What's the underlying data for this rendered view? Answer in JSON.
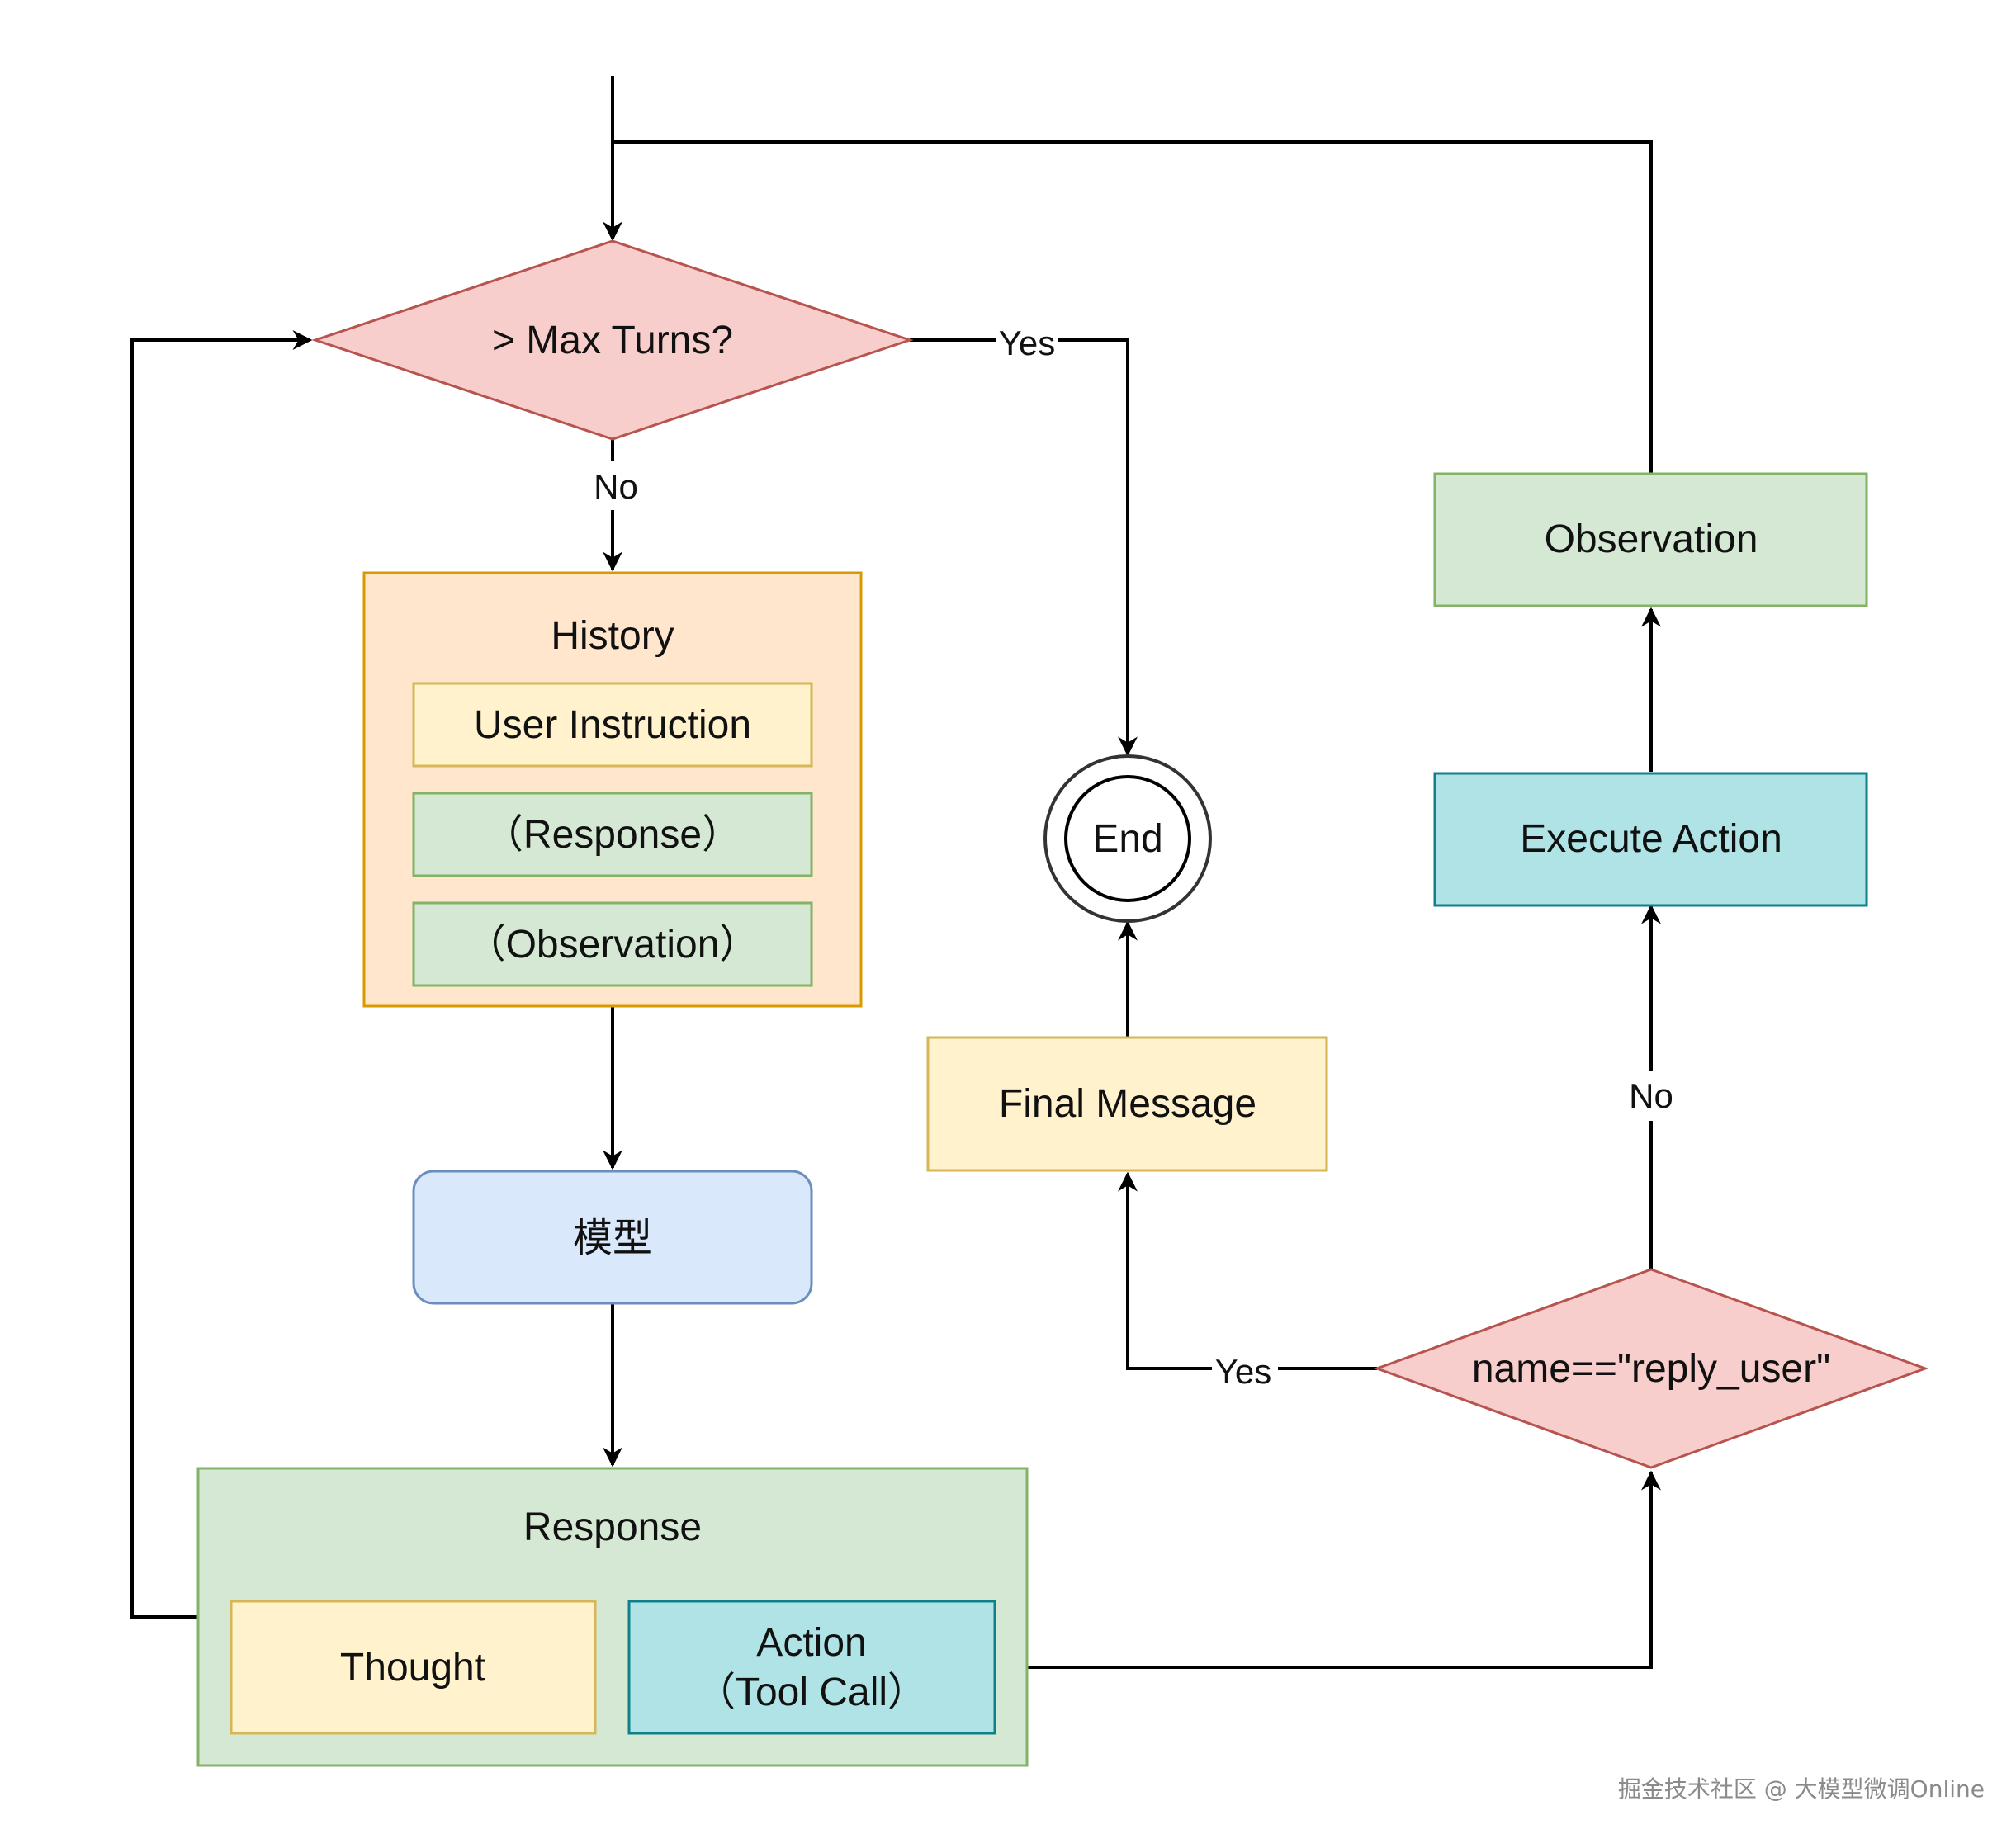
{
  "nodes": {
    "max_turns": "> Max Turns?",
    "history_title": "History",
    "user_instruction": "User Instruction",
    "history_response": "（Response）",
    "history_observation": "（Observation）",
    "model": "模型",
    "response_title": "Response",
    "thought": "Thought",
    "action_line1": "Action",
    "action_line2": "（Tool Call）",
    "reply_user_check": "name==\"reply_user\"",
    "final_message": "Final Message",
    "end": "End",
    "execute_action": "Execute Action",
    "observation": "Observation"
  },
  "edge_labels": {
    "max_turns_no": "No",
    "max_turns_yes": "Yes",
    "reply_user_yes": "Yes",
    "reply_user_no": "No"
  },
  "watermark": "掘金技术社区 @ 大模型微调Online",
  "colors": {
    "decision_fill": "#f8cecc",
    "decision_stroke": "#b85450",
    "history_fill": "#ffe6cc",
    "history_stroke": "#d79b00",
    "yellow_fill": "#fff2cc",
    "yellow_stroke": "#d6b656",
    "green_fill": "#d5e8d4",
    "green_stroke": "#82b366",
    "blue_fill": "#dae8fc",
    "blue_stroke": "#6c8ebf",
    "teal_fill": "#b0e3e6",
    "teal_stroke": "#0e8088"
  }
}
